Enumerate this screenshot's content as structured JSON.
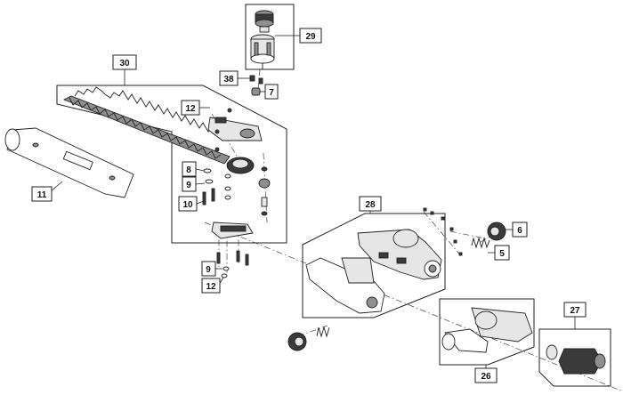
{
  "callouts": {
    "p29": "29",
    "p30": "30",
    "p38": "38",
    "p7": "7",
    "p12a": "12",
    "p8": "8",
    "p9a": "9",
    "p10": "10",
    "p11": "11",
    "p9b": "9",
    "p12b": "12",
    "p28": "28",
    "p6": "6",
    "p5": "5",
    "p27": "27",
    "p26": "26"
  }
}
